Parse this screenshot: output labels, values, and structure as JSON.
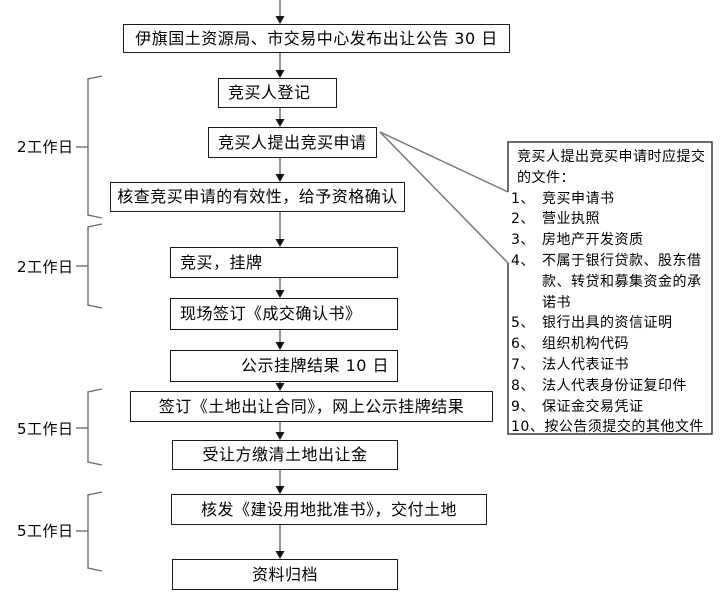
{
  "flow": {
    "nodes": [
      {
        "label": "伊旗国土资源局、市交易中心发布出让公告 30 日"
      },
      {
        "label": "竞买人登记"
      },
      {
        "label": "竞买人提出竞买申请"
      },
      {
        "label": "核查竞买申请的有效性，给予资格确认"
      },
      {
        "label": "竞买，挂牌"
      },
      {
        "label": "现场签订《成交确认书》"
      },
      {
        "label": "公示挂牌结果 10 日"
      },
      {
        "label": "签订《土地出让合同》，网上公示挂牌结果"
      },
      {
        "label": "受让方缴清土地出让金"
      },
      {
        "label": "核发《建设用地批准书》，交付土地"
      },
      {
        "label": "资料归档"
      }
    ],
    "durations": [
      "2工作日",
      "2工作日",
      "5工作日",
      "5工作日"
    ]
  },
  "callout": {
    "title": "竞买人提出竞买申请时应提交的文件：",
    "items": [
      {
        "num": "1、",
        "text": "竞买申请书"
      },
      {
        "num": "2、",
        "text": "营业执照"
      },
      {
        "num": "3、",
        "text": "房地产开发资质"
      },
      {
        "num": "4、",
        "text": "不属于银行贷款、股东借款、转贷和募集资金的承诺书"
      },
      {
        "num": "5、",
        "text": "银行出具的资信证明"
      },
      {
        "num": "6、",
        "text": "组织机构代码"
      },
      {
        "num": "7、",
        "text": "法人代表证书"
      },
      {
        "num": "8、",
        "text": "法人代表身份证复印件"
      },
      {
        "num": "9、",
        "text": "保证金交易凭证"
      },
      {
        "num": "10、",
        "text": "按公告须提交的其他文件"
      }
    ]
  },
  "colors": {
    "box_border": "#1a1a1a",
    "arrow_stem": "#7a7a7a",
    "arrow_head": "#151515",
    "bracket_line": "#6e6e6e",
    "callout_border": "#3c3c3c",
    "text": "#000000",
    "background": "#ffffff"
  }
}
